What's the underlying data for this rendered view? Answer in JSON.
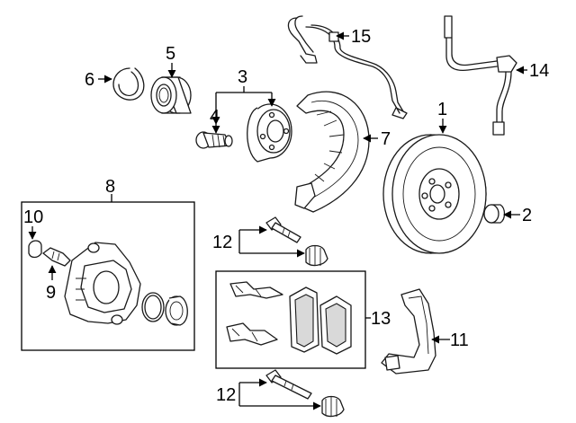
{
  "colors": {
    "line": "#1a1a1a",
    "background": "#ffffff",
    "shade": "#d9d9d9"
  },
  "callouts": {
    "c1": "1",
    "c2": "2",
    "c3": "3",
    "c4": "4",
    "c5": "5",
    "c6": "6",
    "c7": "7",
    "c8": "8",
    "c9": "9",
    "c10": "10",
    "c11": "11",
    "c12a": "12",
    "c12b": "12",
    "c13": "13",
    "c14": "14",
    "c15": "15"
  }
}
